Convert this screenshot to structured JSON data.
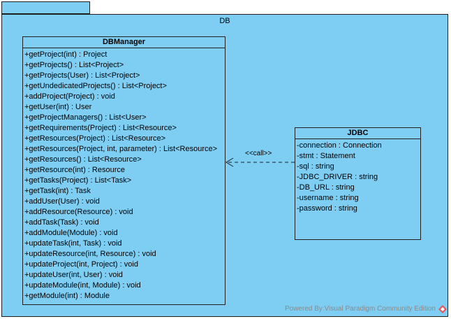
{
  "package": {
    "name": "DB"
  },
  "dbmanager": {
    "title": "DBManager",
    "operations": [
      "+getProject(int) : Project",
      "+getProjects() : List<Project>",
      "+getProjects(User) : List<Project>",
      "+getUndedicatedProjects() : List<Project>",
      "+addProject(Project) : void",
      "+getUser(int) : User",
      "+getProjectManagers() : List<User>",
      "+getRequirements(Project) : List<Resource>",
      "+getResources(Project) : List<Resource>",
      "+getResources(Project, int, parameter) : List<Resource>",
      "+getResources() : List<Resource>",
      "+getResource(int) : Resource",
      "+getTasks(Project) : List<Task>",
      "+getTask(int) : Task",
      "+addUser(User) : void",
      "+addResource(Resource) : void",
      "+addTask(Task) : void",
      "+addModule(Module) : void",
      "+updateTask(int, Task) : void",
      "+updateResource(int, Resource) : void",
      "+updateProject(int, Project) : void",
      "+updateUser(int, User) : void",
      "+updateModule(int, Module) : void",
      "+getModule(int) : Module"
    ]
  },
  "jdbc": {
    "title": "JDBC",
    "attributes": [
      "-connection : Connection",
      "-stmt : Statement",
      "-sql : string",
      "-JDBC_DRIVER : string",
      "-DB_URL : string",
      "-username : string",
      "-password : string"
    ]
  },
  "dependency": {
    "stereotype": "<<call>>"
  },
  "watermark": {
    "text": "Powered ByːVisual Paradigm Community Edition",
    "logo_icon": "visual-paradigm-logo-icon"
  },
  "colors": {
    "fill": "#7ecef4",
    "stroke": "#1f1f1f",
    "watermark": "#8a8a8a",
    "logo": "#e05a5a"
  }
}
